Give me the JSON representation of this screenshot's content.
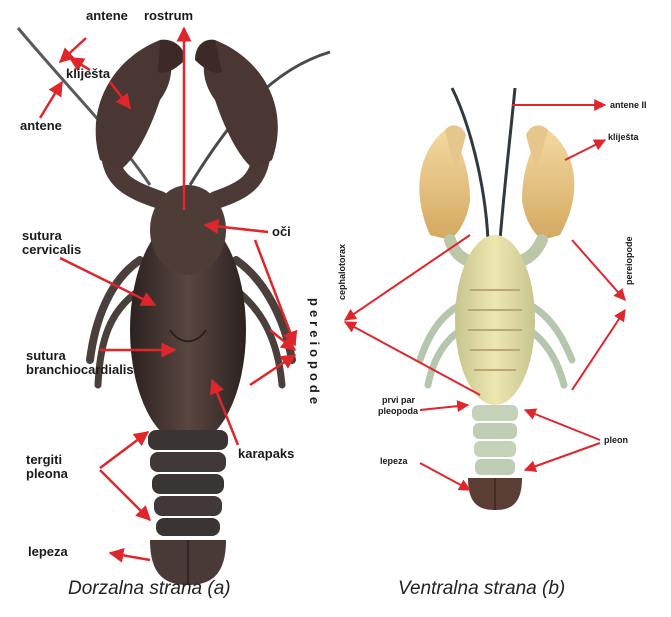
{
  "panel_a": {
    "labels": {
      "antene_top": "antene",
      "rostrum": "rostrum",
      "klijesta": "kliješta",
      "antene_left": "antene",
      "oci": "oči",
      "sutura_cervicalis_1": "sutura",
      "sutura_cervicalis_2": "cervicalis",
      "pereiopode_vertical": "pereiopode",
      "sutura_branch_1": "sutura",
      "sutura_branch_2": "branchiocardialis",
      "tergiti_1": "tergiti",
      "tergiti_2": "pleona",
      "karapaks": "karapaks",
      "lepeza": "lepeza"
    },
    "caption": "Dorzalna strana (a)"
  },
  "panel_b": {
    "labels": {
      "antene_ii": "antene II",
      "klijesta": "kliješta",
      "cephalotorax": "cephalotorax",
      "pereiopode": "pereiopode",
      "prvi_par_1": "prvi par",
      "prvi_par_2": "pleopoda",
      "pleon": "pleon",
      "lepeza": "lepeza"
    },
    "caption": "Ventralna strana (b)"
  },
  "colors": {
    "arrow": "#e0262d",
    "dorsal_shell": "#3b2f2c",
    "ventral_shell": "#d9cf8a"
  }
}
